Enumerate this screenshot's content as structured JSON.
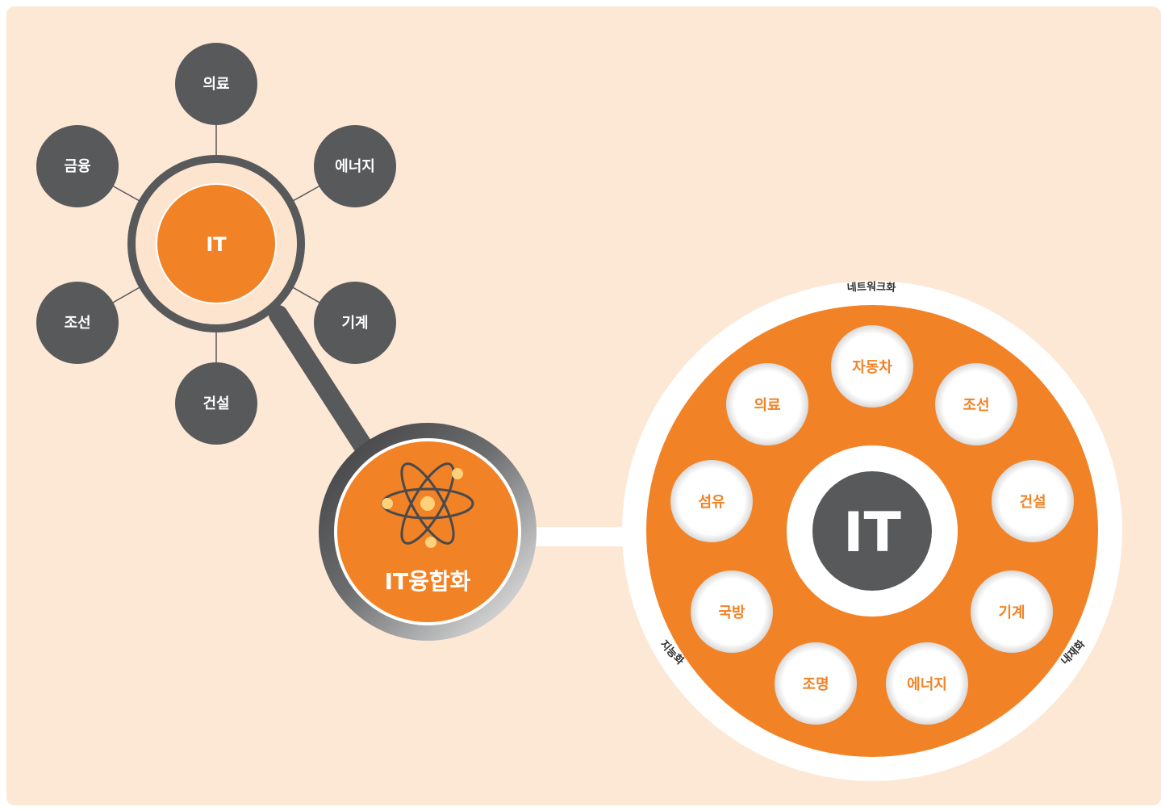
{
  "colors": {
    "background": "#fde8d6",
    "orange": "#f28226",
    "dark": "#58595b",
    "pale_orange": "#fde4cf",
    "white": "#ffffff"
  },
  "left_hub": {
    "label": "IT",
    "nodes": [
      "의료",
      "에너지",
      "기계",
      "건설",
      "조선",
      "금융"
    ]
  },
  "connector": {
    "label": "IT융합화",
    "icon": "atom-icon"
  },
  "right_wheel": {
    "center_label": "IT",
    "ring_labels": {
      "top": "네트워크화",
      "left": "지능화",
      "right": "내재화"
    },
    "nodes": [
      "자동차",
      "조선",
      "건설",
      "기계",
      "에너지",
      "조명",
      "국방",
      "섬유",
      "의료"
    ]
  }
}
